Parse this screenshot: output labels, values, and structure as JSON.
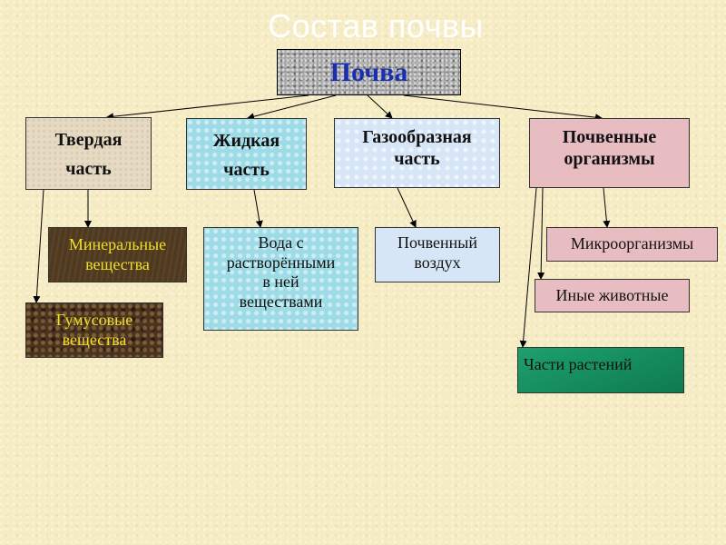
{
  "title": "Состав почвы",
  "root": "Почва",
  "categories": {
    "solid": "Твердая\nчасть",
    "liquid": "Жидкая\nчасть",
    "gas": "Газообразная\nчасть",
    "organisms": "Почвенные\nорганизмы"
  },
  "leaves": {
    "mineral": "Минеральные\nвещества",
    "humus": "Гумусовые\nвещества",
    "water": "Вода с\nрастворёнными\nв ней\nвеществами",
    "air": "Почвенный\nвоздух",
    "micro": "Микроорганизмы",
    "animals": "Иные животные",
    "plants": "Части растений"
  },
  "colors": {
    "root_text": "#1a2fb0",
    "leaf_yellow_text": "#f2df2a",
    "background": "#f6ecc3"
  }
}
